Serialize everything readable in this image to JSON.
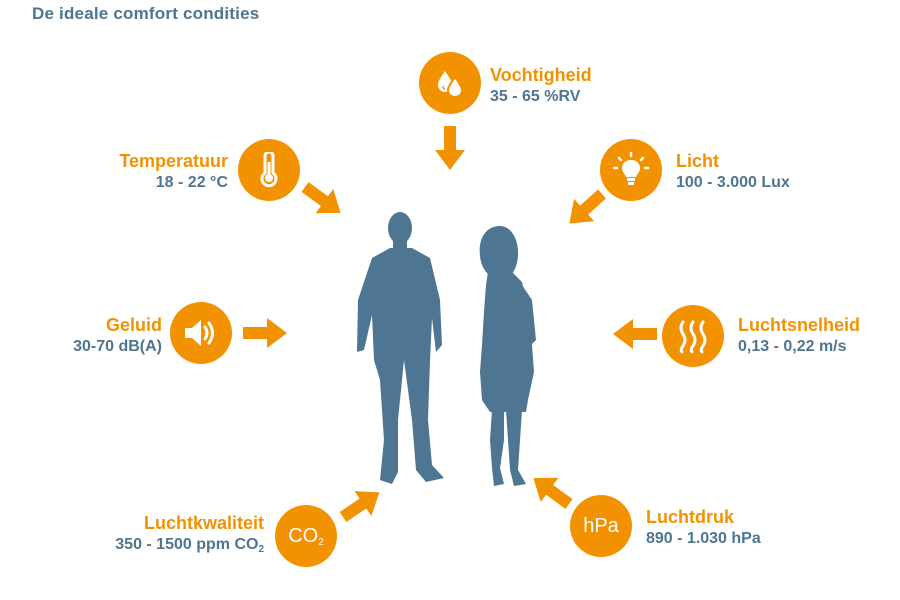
{
  "title": "De ideale comfort condities",
  "colors": {
    "accent": "#f39200",
    "primary": "#4e7591",
    "figure": "#4e7591"
  },
  "items": {
    "vochtigheid": {
      "name": "Vochtigheid",
      "value": "35 - 65 %RV",
      "icon": "water-drops-icon"
    },
    "temperatuur": {
      "name": "Temperatuur",
      "value": "18 - 22 °C",
      "icon": "thermometer-icon"
    },
    "licht": {
      "name": "Licht",
      "value": "100 - 3.000 Lux",
      "icon": "light-bulb-icon"
    },
    "geluid": {
      "name": "Geluid",
      "value": "30-70 dB(A)",
      "icon": "speaker-icon"
    },
    "luchtsnelheid": {
      "name": "Luchtsnelheid",
      "value": "0,13 - 0,22 m/s",
      "icon": "air-flow-icon"
    },
    "luchtkwaliteit": {
      "name": "Luchtkwaliteit",
      "value_prefix": "350 - 1500 ppm CO",
      "value_sub": "2",
      "icon_text": "CO",
      "icon_sub": "2"
    },
    "luchtdruk": {
      "name": "Luchtdruk",
      "value": "890 - 1.030 hPa",
      "icon_text": "hPa"
    }
  }
}
